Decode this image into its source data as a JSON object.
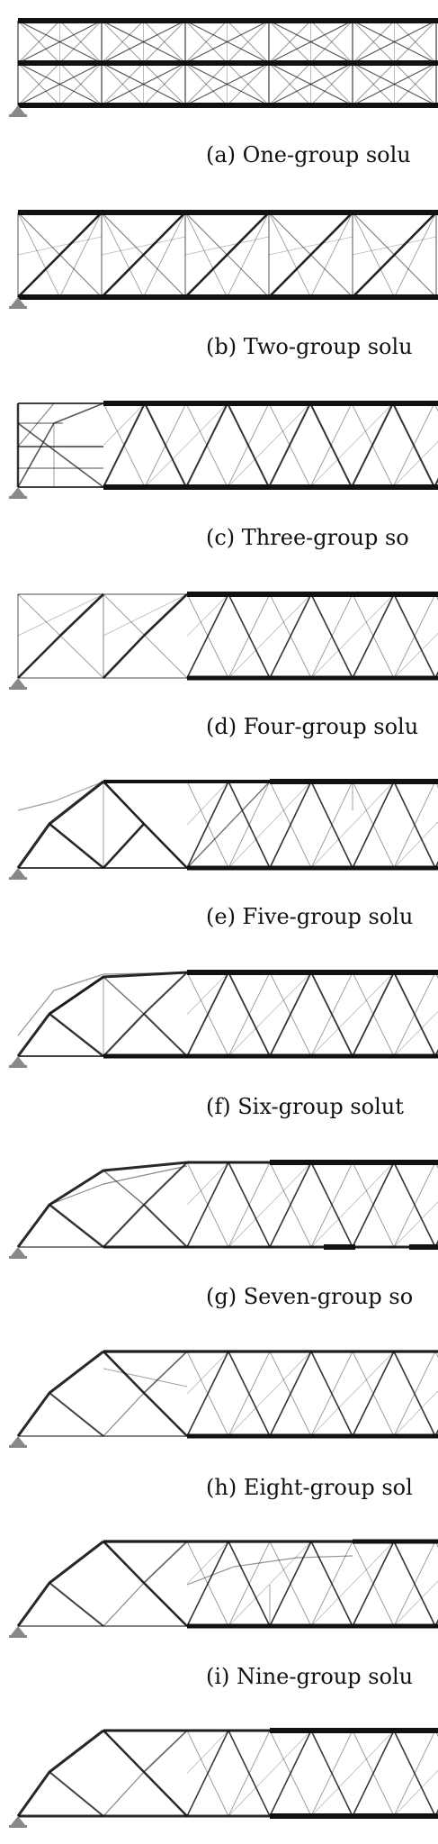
{
  "panels": [
    {
      "id": "a",
      "caption": "(a) One-group solu"
    },
    {
      "id": "b",
      "caption": "(b) Two-group solu"
    },
    {
      "id": "c",
      "caption": "(c) Three-group so"
    },
    {
      "id": "d",
      "caption": "(d) Four-group solu"
    },
    {
      "id": "e",
      "caption": "(e) Five-group solu"
    },
    {
      "id": "f",
      "caption": "(f) Six-group solut"
    },
    {
      "id": "g",
      "caption": "(g) Seven-group so"
    },
    {
      "id": "h",
      "caption": "(h) Eight-group sol"
    },
    {
      "id": "i",
      "caption": "(i) Nine-group solu"
    },
    {
      "id": "j",
      "caption": ""
    }
  ],
  "colors": {
    "bar": "#111111",
    "support": "#888888"
  }
}
